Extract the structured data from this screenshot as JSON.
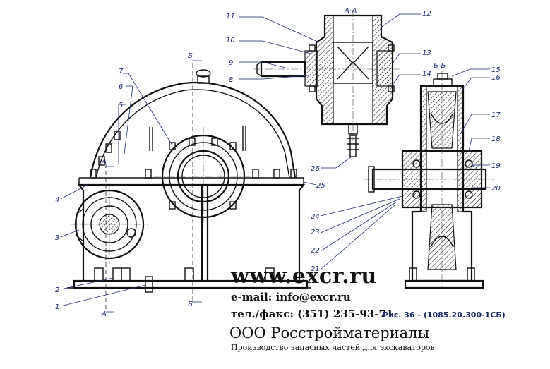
{
  "callouts": [
    "1",
    "2",
    "3",
    "4",
    "5",
    "6",
    "7",
    "8",
    "9",
    "10",
    "11",
    "12",
    "13",
    "14",
    "15",
    "16",
    "17",
    "18",
    "19",
    "20",
    "21",
    "22",
    "23",
    "24",
    "25",
    "26"
  ],
  "sections": {
    "aa_title": "А-А",
    "bb_title": "Б-Б",
    "a": "А",
    "b": "Б"
  },
  "watermark": {
    "site": "www.excr.ru",
    "email": "e-mail: info@excr.ru",
    "phone": "тел./факс: (351) 235-93-71",
    "company": "ООО Росстройматериалы",
    "tagline": "Производство запасных частей для экскаваторов"
  },
  "figure_caption": "Рис. 36 - (1085.20.300-1СБ)"
}
